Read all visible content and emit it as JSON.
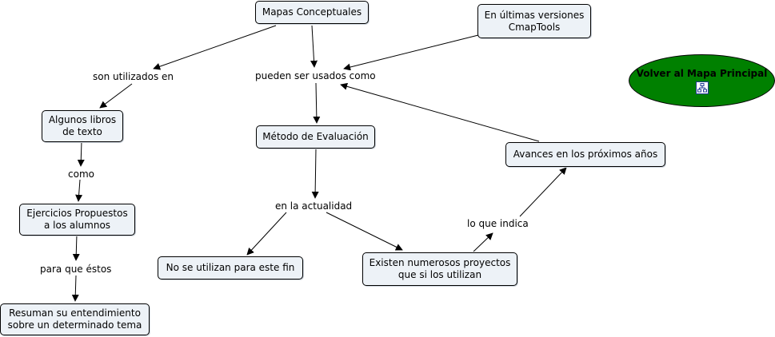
{
  "concepts": {
    "mapas_conceptuales": "Mapas Conceptuales",
    "en_ultimas_versiones": "En últimas versiones\nCmapTools",
    "algunos_libros": "Algunos libros\nde texto",
    "metodo_evaluacion": "Método de Evaluación",
    "avances": "Avances en los próximos años",
    "ejercicios": "Ejercicios Propuestos\na los alumnos",
    "no_se_utilizan": "No se utilizan para este fin",
    "existen": "Existen numerosos proyectos\nque si los utilizan",
    "resuman": "Resuman su entendimiento\nsobre un determinado tema"
  },
  "linking_phrases": {
    "son_utilizados_en": "son utilizados en",
    "pueden_ser_usados_como": "pueden ser usados como",
    "como": "como",
    "en_la_actualidad": "en la actualidad",
    "lo_que_indica": "lo que indica",
    "para_que_estos": "para que éstos"
  },
  "home_button": {
    "label": "Volver al Mapa Principal",
    "icon": "concept-map-icon"
  }
}
